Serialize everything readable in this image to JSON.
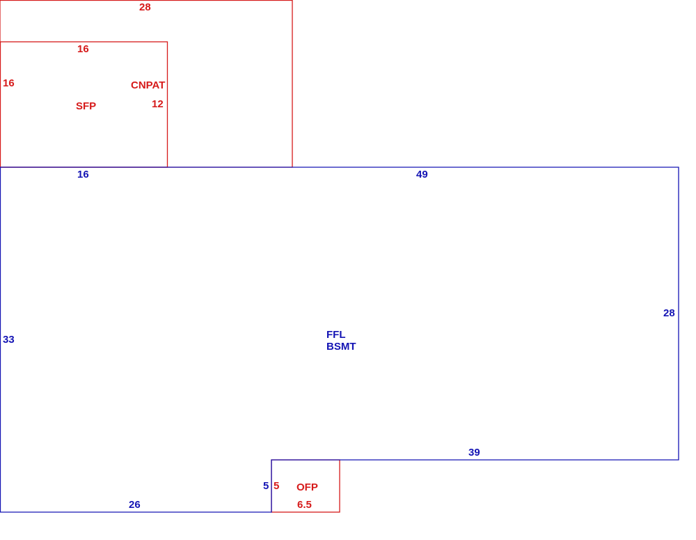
{
  "colors": {
    "red": "#d61a1a",
    "blue": "#1414b4"
  },
  "carport": {
    "label": "CNPAT",
    "dims": {
      "top": "28",
      "right": "12"
    }
  },
  "porch": {
    "label": "SFP",
    "dims": {
      "top": "16",
      "left": "16"
    }
  },
  "main": {
    "label_line1": "FFL",
    "label_line2": "BSMT",
    "dims": {
      "top_left": "16",
      "top": "49",
      "right": "28",
      "left": "33",
      "bottom_right": "39",
      "bottom_left": "26",
      "notch": "5"
    }
  },
  "open_porch": {
    "label": "OFP",
    "dims": {
      "side": "5",
      "bottom": "6.5"
    }
  }
}
